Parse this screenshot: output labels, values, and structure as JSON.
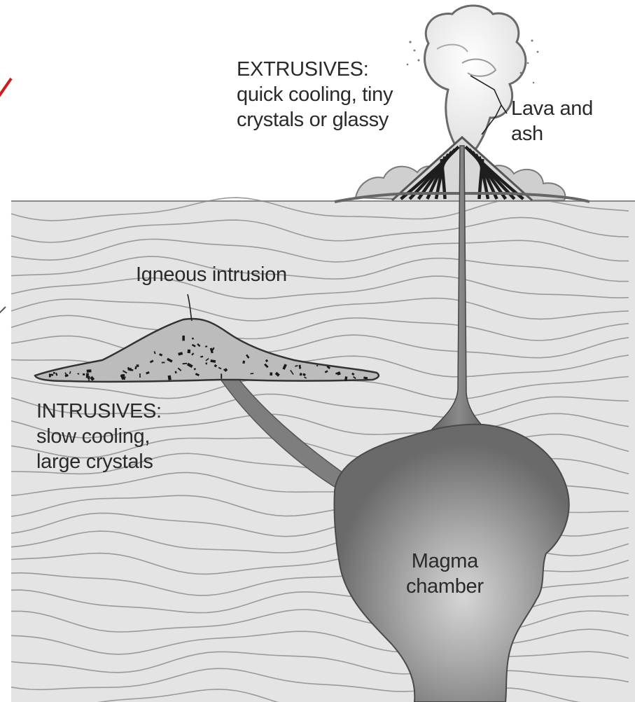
{
  "labels": {
    "extrusives": {
      "heading": "EXTRUSIVES:",
      "line1": "quick cooling, tiny",
      "line2": "crystals or glassy"
    },
    "lava": {
      "line1": "Lava and",
      "line2": "ash"
    },
    "intrusion": "Igneous intrusion",
    "intrusives": {
      "heading": "INTRUSIVES:",
      "line1": "slow cooling,",
      "line2": "large crystals"
    },
    "magma": {
      "line1": "Magma",
      "line2": "chamber"
    }
  },
  "colors": {
    "ground": "#e4e4e4",
    "strata_lines": "#9a9a9a",
    "magma": "#6e6e6e",
    "magma_core": "#d2d2d2",
    "intrusion_fill": "#bcbcbc",
    "ash_cloud": "#f2f2f2",
    "red_mark": "#d81818"
  }
}
